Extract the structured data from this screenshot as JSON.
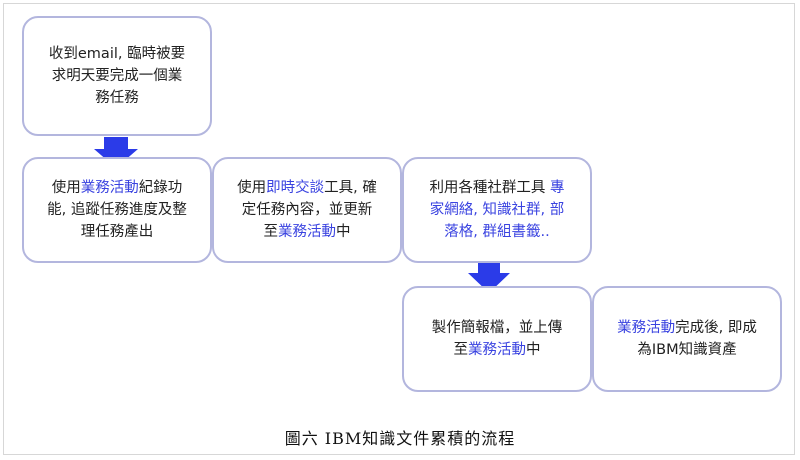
{
  "boxes": {
    "b1": {
      "line1": "收到email, 臨時被要",
      "line2": "求明天要完成一個業",
      "line3": "務任務"
    },
    "b2": {
      "l1_pre": "使用",
      "l1_hl": "業務活動",
      "l1_post": "紀錄功",
      "line2": "能, 追蹤任務進度及整",
      "line3": "理任務產出"
    },
    "b3": {
      "l1_pre": "使用",
      "l1_hl": "即時交談",
      "l1_post": "工具, 確",
      "line2": "定任務內容，並更新",
      "l3_pre": "至",
      "l3_hl": "業務活動",
      "l3_post": "中"
    },
    "b4": {
      "l1_pre": "利用各種社群工具 ",
      "l1_hl": "專",
      "line2_hl": "家網絡, 知識社群, 部",
      "line3_hl": "落格, 群組書籤.."
    },
    "b5": {
      "line1": "製作簡報檔，並上傳",
      "l2_pre": "至",
      "l2_hl": "業務活動",
      "l2_post": "中"
    },
    "b6": {
      "l1_hl": "業務活動",
      "l1_post": "完成後, 即成",
      "line2": "為IBM知識資產"
    }
  },
  "caption": "圖六  IBM知識文件累積的流程",
  "colors": {
    "highlight": "#3a43e0",
    "arrow": "#2b3be8",
    "box_border": "#b3b6de"
  },
  "icons": [
    "arrow-down-icon",
    "arrow-right-icon"
  ]
}
